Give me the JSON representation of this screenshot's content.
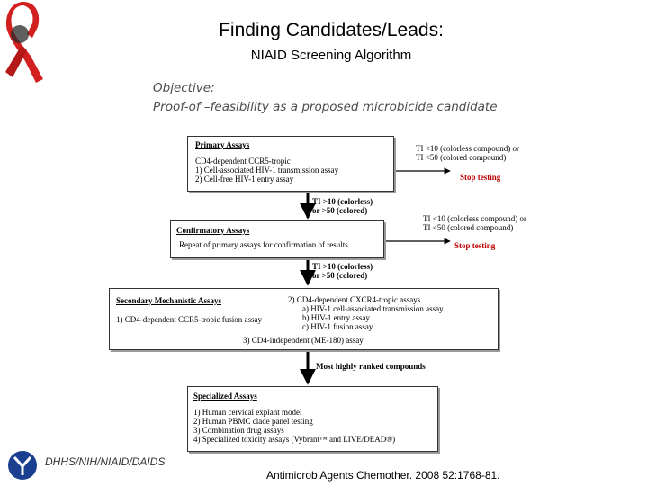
{
  "title": "Finding Candidates/Leads:",
  "subtitle": "NIAID Screening Algorithm",
  "objective": {
    "line1": "Objective:",
    "line2": "Proof-of –feasibility as a proposed microbicide candidate"
  },
  "primary": {
    "heading": "Primary Assays",
    "line1": "CD4-dependent CCR5-tropic",
    "line2": "1)   Cell-associated HIV-1 transmission assay",
    "line3": "2)   Cell-free HIV-1 entry assay"
  },
  "stop1": {
    "line1": "TI <10 (colorless compound) or",
    "line2": "TI <50 (colored compound)",
    "action": "Stop testing"
  },
  "pass1": {
    "line1": "TI >10 (colorless)",
    "line2": "or >50 (colored)"
  },
  "confirmatory": {
    "heading": "Confirmatory Assays",
    "line1": "Repeat of primary assays for confirmation of results"
  },
  "stop2": {
    "line1": "TI <10 (colorless compound) or",
    "line2": "TI <50 (colored compound)",
    "action": "Stop testing"
  },
  "pass2": {
    "line1": "TI >10 (colorless)",
    "line2": "or >50 (colored)"
  },
  "secondary": {
    "heading": "Secondary  Mechanistic Assays",
    "left1": "1)   CD4-dependent CCR5-tropic fusion assay",
    "right1": "2)   CD4-dependent CXCR4-tropic assays",
    "right2": "a)    HIV-1 cell-associated transmission assay",
    "right3": "b)    HIV-1 entry assay",
    "right4": "c)    HIV-1 fusion assay",
    "right5": "3)   CD4-independent (ME-180) assay"
  },
  "ranked": "Most highly ranked compounds",
  "specialized": {
    "heading": "Specialized Assays",
    "items": [
      "1)   Human cervical explant model",
      "2)   Human PBMC clade panel testing",
      "3)   Combination drug assays",
      "4)   Specialized toxicity assays (Vybrant™ and LIVE/DEAD®)"
    ]
  },
  "footer": {
    "left": "DHHS/NIH/NIAID/DAIDS",
    "right": "Antimicrob Agents Chemother. 2008 52:1768-81."
  },
  "colors": {
    "ribbon": "#d21f1f",
    "stop": "#c00000",
    "logo": "#1a3f8f"
  }
}
